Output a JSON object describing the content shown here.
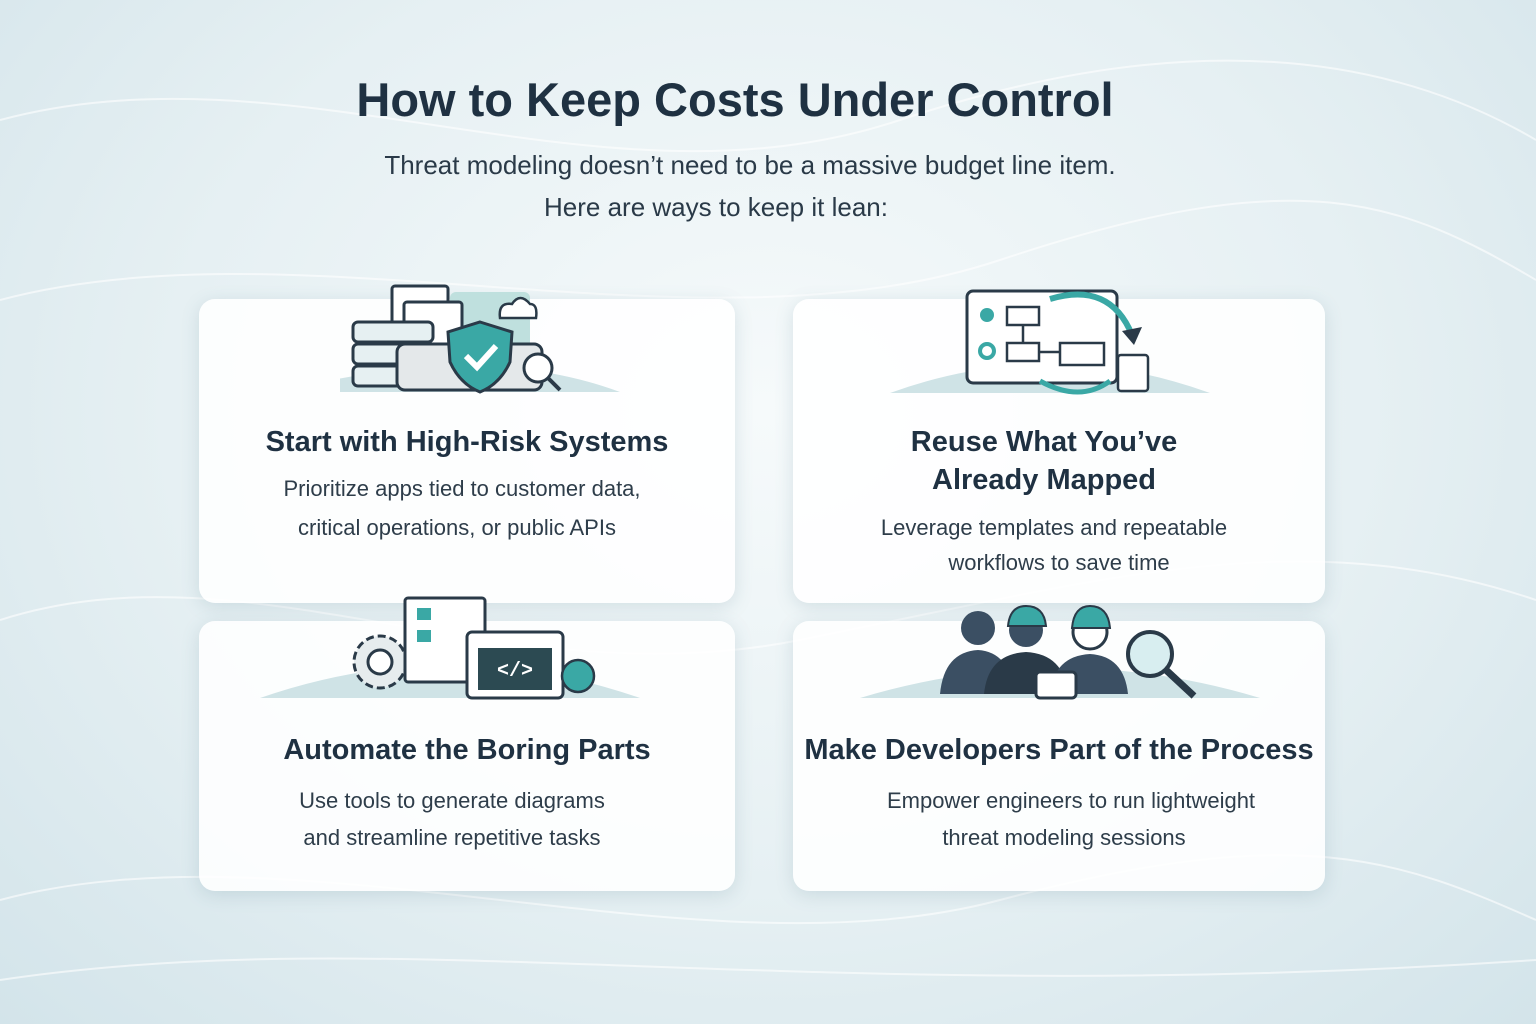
{
  "title": "How to Keep Costs Under Control",
  "subtitle_line1": "Threat modeling doesn’t need to be a massive budget line item.",
  "subtitle_line2": "Here are ways to keep it lean:",
  "colors": {
    "accent": "#3aa8a5",
    "heading": "#1f3142",
    "outline": "#2a3a48"
  },
  "cards": [
    {
      "icon": "server-shield-icon",
      "title": "Start with High-Risk Systems",
      "desc1": "Prioritize apps tied to customer data,",
      "desc2": "critical operations, or public APIs"
    },
    {
      "icon": "workflow-reuse-icon",
      "title1": "Reuse What You’ve",
      "title2": "Already Mapped",
      "desc1": "Leverage templates and repeatable",
      "desc2": "workflows to save time"
    },
    {
      "icon": "automation-gear-code-icon",
      "title": "Automate the Boring Parts",
      "desc1": "Use tools to generate diagrams",
      "desc2": "and streamline repetitive tasks"
    },
    {
      "icon": "developers-team-icon",
      "title": "Make Developers Part of the Process",
      "desc1": "Empower engineers to run lightweight",
      "desc2": "threat modeling sessions"
    }
  ]
}
